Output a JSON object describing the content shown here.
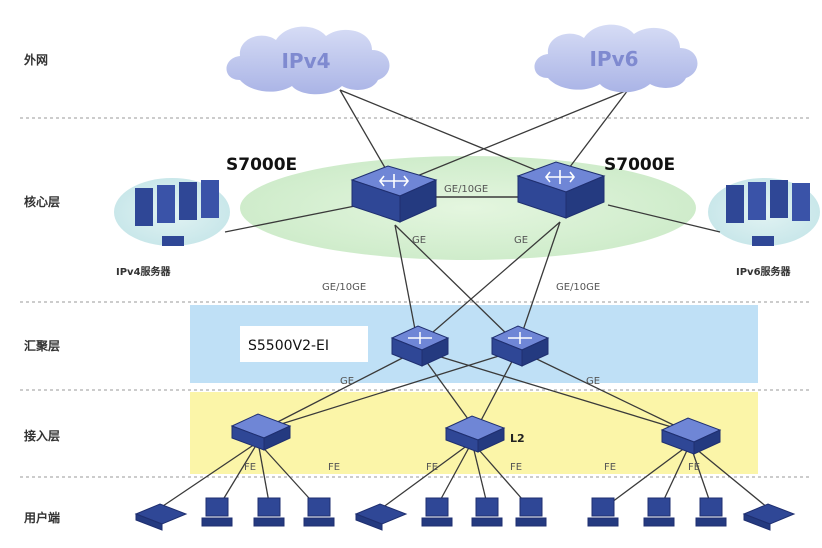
{
  "layers": {
    "external": "外网",
    "core": "核心层",
    "aggregation": "汇聚层",
    "access": "接入层",
    "user": "用户端"
  },
  "clouds": {
    "ipv4": "IPv4",
    "ipv6": "IPv6"
  },
  "devices": {
    "core_left_model": "S7000E",
    "core_right_model": "S7000E",
    "aggregation_model": "S5500V2-EI",
    "ipv4_server": "IPv4服务器",
    "ipv6_server": "IPv6服务器",
    "access_l2": "L2"
  },
  "links": {
    "core_interconnect": "GE/10GE",
    "core_left_ge": "GE",
    "core_right_ge": "GE",
    "left_uplink": "GE/10GE",
    "right_uplink": "GE/10GE",
    "agg_left_ge": "GE",
    "agg_right_ge": "GE",
    "fe": [
      "FE",
      "FE",
      "FE",
      "FE",
      "FE",
      "FE"
    ]
  },
  "colors": {
    "cloud": "#b9c2ec",
    "cloud_text": "#7f8ad0",
    "core_zone": "#d7f0d4",
    "aggregation_band": "#bfe0f6",
    "access_band": "#fbf5a8",
    "device": "#2f4796",
    "device_top": "#5b73c6",
    "line": "#3a3a3a"
  }
}
